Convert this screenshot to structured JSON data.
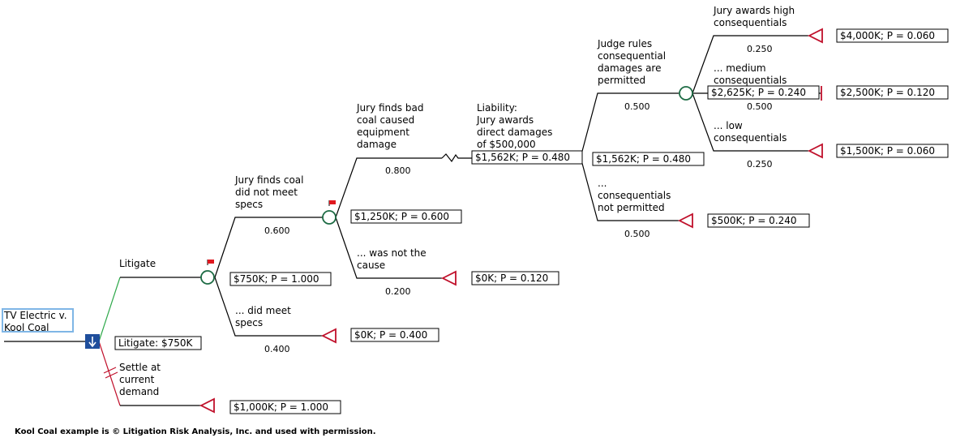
{
  "title": [
    "TV Electric v.",
    "Kool Coal"
  ],
  "footer": "Kool Coal example is © Litigation Risk Analysis, Inc. and used with permission.",
  "colors": {
    "line": "#000000",
    "chance": "#1d6b44",
    "terminal": "#c0102b",
    "decision": "#1f4e9c",
    "optimal_branch": "#2ea84a",
    "rejected_branch": "#c0102b",
    "title_border": "#7fb6e6",
    "flag": "#e0181f"
  },
  "icons": {
    "decision": "arrow-down-icon",
    "flag": "flag-icon",
    "cut": "double-slash-icon",
    "break": "zigzag-break-icon"
  },
  "branches": {
    "litigate": "Litigate",
    "settle": [
      "Settle at",
      "current",
      "demand"
    ],
    "did_not_meet": [
      "Jury finds coal",
      "did not meet",
      "specs"
    ],
    "did_meet": [
      "... did meet",
      "specs"
    ],
    "bad_coal": [
      "Jury finds bad",
      "coal caused",
      "equipment",
      "damage"
    ],
    "not_cause": [
      "... was not the",
      "cause"
    ],
    "liability": [
      "Liability:",
      "Jury awards",
      "direct damages",
      "of $500,000"
    ],
    "permitted": [
      "Judge rules",
      "consequential",
      "damages are",
      "permitted"
    ],
    "not_permitted": [
      "...",
      "consequentials",
      "not permitted"
    ],
    "high": [
      "Jury awards high",
      "consequentials"
    ],
    "medium": [
      "... medium",
      "consequentials"
    ],
    "low": [
      "... low",
      "consequentials"
    ]
  },
  "probabilities": {
    "did_not_meet": "0.600",
    "did_meet": "0.400",
    "bad_coal": "0.800",
    "not_cause": "0.200",
    "permitted": "0.500",
    "not_permitted": "0.500",
    "high": "0.250",
    "medium": "0.500",
    "low": "0.250"
  },
  "values": {
    "decision": "Litigate: $750K",
    "litigate_node": "$750K; P = 1.000",
    "settle_terminal": "$1,000K; P = 1.000",
    "specs_node": "$1,250K; P = 0.600",
    "did_meet_terminal": "$0K; P = 0.400",
    "cause_box": "$1,562K; P = 0.480",
    "not_cause_terminal": "$0K; P = 0.120",
    "liability_node": "$1,562K; P = 0.480",
    "consequential_node": "$2,625K; P = 0.240",
    "not_permitted_terminal": "$500K; P = 0.240",
    "high_terminal": "$4,000K; P = 0.060",
    "medium_terminal": "$2,500K; P = 0.120",
    "low_terminal": "$1,500K; P = 0.060"
  }
}
